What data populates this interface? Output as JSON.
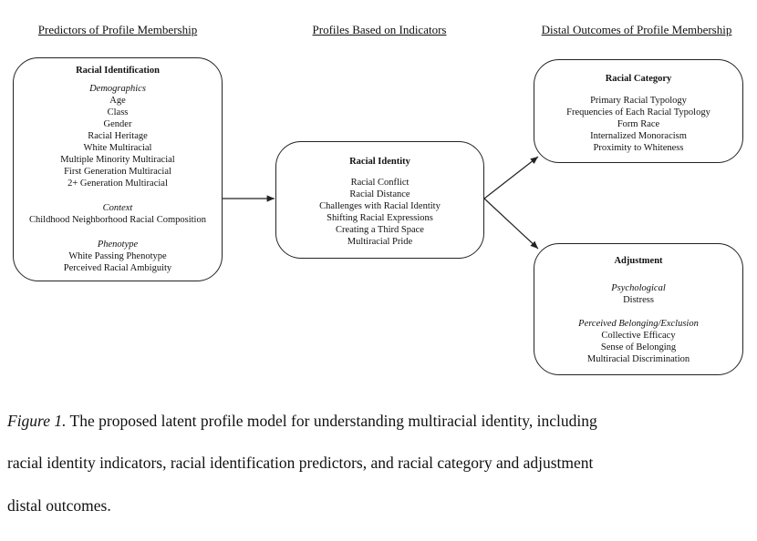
{
  "headers": {
    "predictors": "Predictors of Profile Membership",
    "profiles": "Profiles Based on Indicators",
    "outcomes": "Distal Outcomes of Profile Membership"
  },
  "boxes": {
    "identification": {
      "title": "Racial Identification",
      "sections": [
        {
          "label": "Demographics",
          "items": [
            "Age",
            "Class",
            "Gender",
            "Racial Heritage",
            "White Multiracial",
            "Multiple Minority Multiracial",
            "First Generation Multiracial",
            "2+ Generation Multiracial"
          ]
        },
        {
          "label": "Context",
          "items": [
            "Childhood Neighborhood Racial Composition"
          ]
        },
        {
          "label": "Phenotype",
          "items": [
            "White Passing Phenotype",
            "Perceived Racial Ambiguity"
          ]
        }
      ]
    },
    "identity": {
      "title": "Racial Identity",
      "sections": [
        {
          "items": [
            "Racial Conflict",
            "Racial Distance",
            "Challenges with Racial Identity",
            "Shifting Racial Expressions",
            "Creating a Third Space",
            "Multiracial Pride"
          ]
        }
      ]
    },
    "category": {
      "title": "Racial Category",
      "sections": [
        {
          "items": [
            "Primary Racial Typology",
            "Frequencies of Each Racial Typology",
            "Form Race",
            "Internalized Monoracism",
            "Proximity to Whiteness"
          ]
        }
      ]
    },
    "adjustment": {
      "title": "Adjustment",
      "sections": [
        {
          "label": "Psychological",
          "items": [
            "Distress"
          ]
        },
        {
          "label": "Perceived Belonging/Exclusion",
          "items": [
            "Collective Efficacy",
            "Sense of Belonging",
            "Multiracial Discrimination"
          ]
        }
      ]
    }
  },
  "caption": {
    "label": "Figure 1.",
    "lines": [
      " The proposed latent profile model for understanding multiracial identity, including",
      "racial identity indicators, racial identification predictors, and racial category and adjustment",
      "distal outcomes."
    ]
  }
}
